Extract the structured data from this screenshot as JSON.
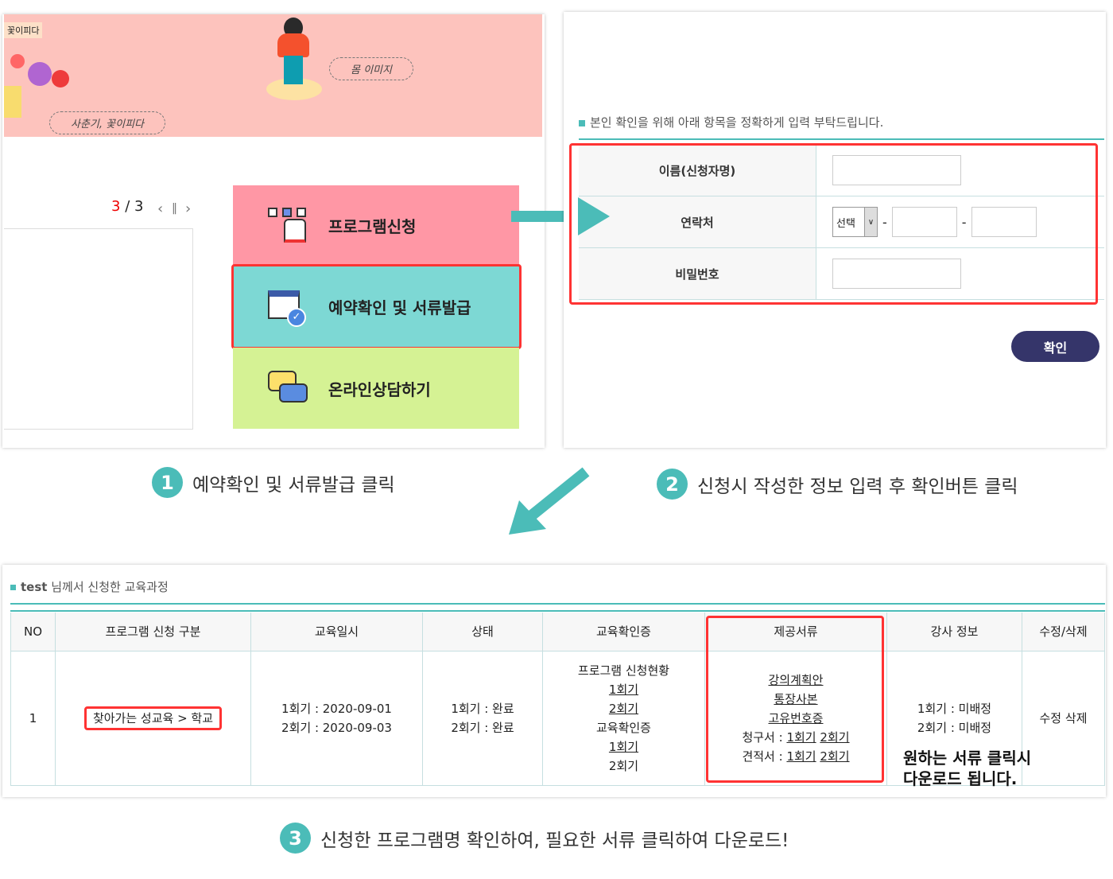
{
  "left_panel": {
    "banner": {
      "tag_top": "꽃이피다",
      "pill_left": "사춘기, 꽃이피다",
      "pill_right": "몸 이미지"
    },
    "pagination": {
      "current": "3",
      "separator": "/",
      "total": "3"
    },
    "menu": [
      {
        "label": "프로그램신청",
        "color": "#ff97a5"
      },
      {
        "label": "예약확인 및 서류발급",
        "color": "#7dd8d4"
      },
      {
        "label": "온라인상담하기",
        "color": "#d5f294"
      }
    ]
  },
  "right_panel": {
    "instruction": "본인 확인을 위해 아래 항목을 정확하게 입력 부탁드립니다.",
    "fields": {
      "name_label": "이름(신청자명)",
      "phone_label": "연락처",
      "phone_select": "선택",
      "dash": "-",
      "password_label": "비밀번호"
    },
    "confirm_button": "확인"
  },
  "steps": [
    {
      "num": "1",
      "text": "예약확인 및 서류발급 클릭"
    },
    {
      "num": "2",
      "text": "신청시 작성한 정보 입력 후 확인버튼 클릭"
    },
    {
      "num": "3",
      "text": "신청한 프로그램명 확인하여, 필요한 서류 클릭하여 다운로드!"
    }
  ],
  "course_table": {
    "title_user": "test",
    "title_rest": "님께서 신청한 교육과정",
    "headers": [
      "NO",
      "프로그램 신청 구분",
      "교육일시",
      "상태",
      "교육확인증",
      "제공서류",
      "강사 정보",
      "수정/삭제"
    ],
    "row": {
      "no": "1",
      "program": "찾아가는 성교육 > 학교",
      "dates": [
        "1회기 : 2020-09-01",
        "2회기 : 2020-09-03"
      ],
      "status": [
        "1회기 : 완료",
        "2회기 : 완료"
      ],
      "cert": {
        "apply_label": "프로그램 신청현황",
        "apply_links": [
          "1회기",
          "2회기"
        ],
        "cert_label": "교육확인증",
        "cert_links": [
          "1회기",
          "2회기"
        ]
      },
      "docs": {
        "plan": "강의계획안",
        "bankbook": "통장사본",
        "idnum": "고유번호증",
        "invoice_label": "청구서 :",
        "quote_label": "견적서 :",
        "links": [
          "1회기",
          "2회기"
        ]
      },
      "instructor": [
        "1회기 : 미배정",
        "2회기 : 미배정"
      ],
      "edit": "수정",
      "delete": "삭제"
    },
    "note": [
      "원하는 서류 클릭시",
      "다운로드 됩니다."
    ]
  }
}
